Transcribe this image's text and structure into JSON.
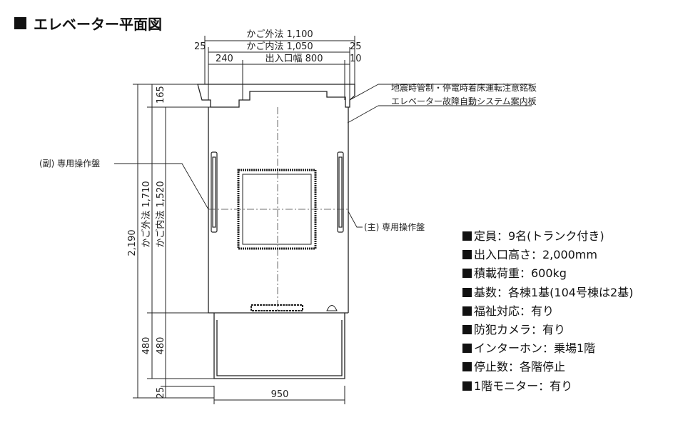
{
  "title": "エレベーター平面図",
  "dims": {
    "outer_width": "かご外法  1,100",
    "inner_width": "かご内法  1,050",
    "left_25": "25",
    "right_25": "25",
    "offset_240": "240",
    "door_width": "出入口幅  800",
    "right_10": "10",
    "top_165": "165",
    "total_height": "2,190",
    "outer_depth": "かご外法  1,710",
    "inner_depth": "かご内法  1,520",
    "lower_480_a": "480",
    "lower_480_b": "480",
    "bottom_25": "25",
    "bottom_950": "950"
  },
  "labels": {
    "plate": "地震時管制・停電時着床運転注意銘板",
    "fault_board": "エレベーター故障自動システム案内板",
    "sub_panel": "(副) 専用操作盤",
    "main_panel": "(主) 専用操作盤"
  },
  "specs": [
    "定員：9名(トランク付き)",
    "出入口高さ：2,000mm",
    "積載荷重：600kg",
    "基数：各棟1基(104号棟は2基)",
    "福祉対応：有り",
    "防犯カメラ：有り",
    "インターホン：乗場1階",
    "停止数：各階停止",
    "1階モニター：有り"
  ]
}
